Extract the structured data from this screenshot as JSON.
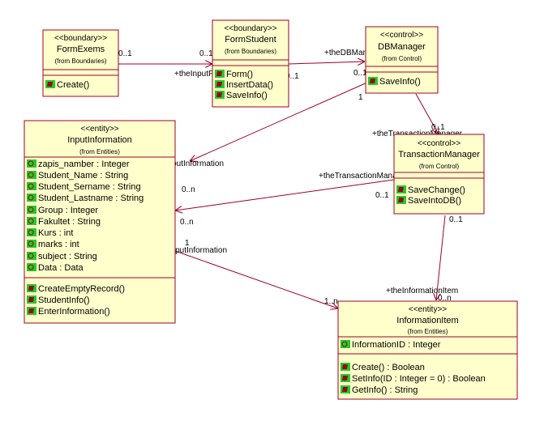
{
  "classes": {
    "formexems": {
      "stereotype": "<<boundary>>",
      "name": "FormExems",
      "from": "(from Boundaries)",
      "operations": [
        "Create()"
      ]
    },
    "formstudent": {
      "stereotype": "<<boundary>>",
      "name": "FormStudent",
      "from": "(from Boundaries)",
      "operations": [
        "Form()",
        "InsertData()",
        "SaveInfo()"
      ]
    },
    "dbmanager": {
      "stereotype": "<<control>>",
      "name": "DBManager",
      "from": "(from Control)",
      "operations": [
        "SaveInfo()"
      ]
    },
    "inputinformation": {
      "stereotype": "<<entity>>",
      "name": "InputInformation",
      "from": "(from Entities)",
      "attributes": [
        "zapis_namber : Integer",
        "Student_Name : String",
        "Student_Sername : String",
        "Student_Lastname : String",
        "Group : Integer",
        "Fakultet : String",
        "Kurs : int",
        "marks : int",
        "subject : String",
        "Data : Data"
      ],
      "operations": [
        "CreateEmptyRecord()",
        "StudentInfo()",
        "EnterInformation()"
      ]
    },
    "transactionmanager": {
      "stereotype": "<<control>>",
      "name": "TransactionManager",
      "from": "(from Control)",
      "operations": [
        "SaveChange()",
        "SaveIntoDB()"
      ]
    },
    "informationitem": {
      "stereotype": "<<entity>>",
      "name": "InformationItem",
      "from": "(from Entities)",
      "attributes": [
        "InformationID : Integer"
      ],
      "operations": [
        "Create() : Boolean",
        "SetInfo(ID : Integer = 0) : Boolean",
        "GetInfo() : String"
      ]
    }
  },
  "associations": {
    "formexems_formstudent": {
      "role": "+theInputForm",
      "mult_a": "0..1",
      "mult_b": "0..1"
    },
    "formstudent_dbmanager": {
      "role": "+theDBManager",
      "mult_a": "0..1",
      "mult_b": "0..1"
    },
    "dbmanager_inputinformation": {
      "role": "+theInputInformation",
      "mult_a": "1",
      "mult_b": "0..n"
    },
    "dbmanager_transactionmanager": {
      "role": "+theTransactionManager",
      "mult_a": "0..1",
      "mult_b": "0..1"
    },
    "transactionmanager_inputinformation": {
      "role": "+theTransactionManager",
      "mult_a": "0..1",
      "mult_b": "0..n"
    },
    "inputinformation_informationitem": {
      "role": "+theInputInformation",
      "mult_a": "1",
      "mult_b": "1..n"
    },
    "transactionmanager_informationitem": {
      "role": "+theInformationItem",
      "mult_a": "0..1",
      "mult_b": "0..n"
    }
  },
  "colors": {
    "border": "#9c0028",
    "fill": "#ffffcc",
    "icon": "#22cc22",
    "icon_accent": "#9c0028"
  }
}
